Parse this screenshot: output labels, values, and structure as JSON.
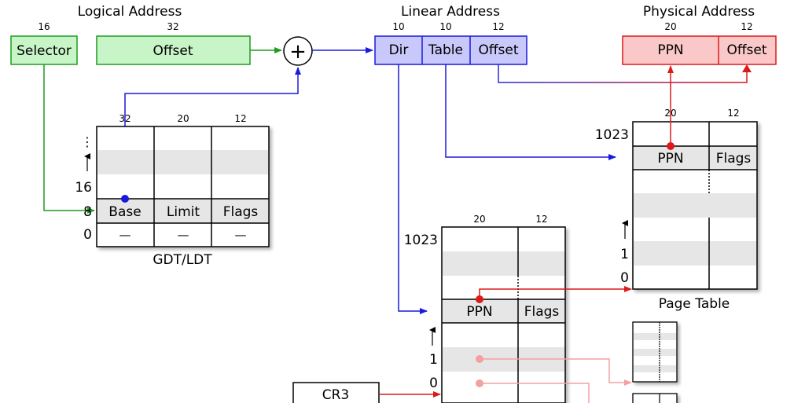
{
  "logical": {
    "title": "Logical Address",
    "selector_bits": "16",
    "selector_label": "Selector",
    "offset_bits": "32",
    "offset_label": "Offset"
  },
  "adder": {
    "symbol": "+"
  },
  "linear": {
    "title": "Linear Address",
    "dir_bits": "10",
    "dir_label": "Dir",
    "table_bits": "10",
    "table_label": "Table",
    "offset_bits": "12",
    "offset_label": "Offset"
  },
  "physical": {
    "title": "Physical Address",
    "ppn_bits": "20",
    "ppn_label": "PPN",
    "offset_bits": "12",
    "offset_label": "Offset"
  },
  "gdt": {
    "caption": "GDT/LDT",
    "col_bits": [
      "32",
      "20",
      "12"
    ],
    "row_labels": {
      "dots": "⋮",
      "up_arrow": "↑",
      "sixteen": "16",
      "eight": "8",
      "zero": "0"
    },
    "entry_fields": [
      "Base",
      "Limit",
      "Flags"
    ],
    "zero_row_fields": [
      "—",
      "—",
      "—"
    ]
  },
  "page_dir": {
    "col_bits": [
      "20",
      "12"
    ],
    "row_labels": {
      "top": "1023",
      "up_arrow": "↑",
      "one": "1",
      "zero": "0"
    },
    "entry_fields": [
      "PPN",
      "Flags"
    ]
  },
  "page_table": {
    "caption": "Page Table",
    "col_bits": [
      "20",
      "12"
    ],
    "row_labels": {
      "top": "1023",
      "up_arrow": "↑",
      "one": "1",
      "zero": "0"
    },
    "entry_fields": [
      "PPN",
      "Flags"
    ]
  },
  "cr3": {
    "label": "CR3"
  },
  "colors": {
    "green_fill": "#c8f5c8",
    "green_stroke": "#1f9b1f",
    "blue_fill": "#c8c8fa",
    "blue_stroke": "#1a1adc",
    "red_fill": "#fac8c8",
    "red_stroke": "#dc1a1a",
    "pink": "#f4a0a0",
    "stripe": "#e6e6e6"
  }
}
